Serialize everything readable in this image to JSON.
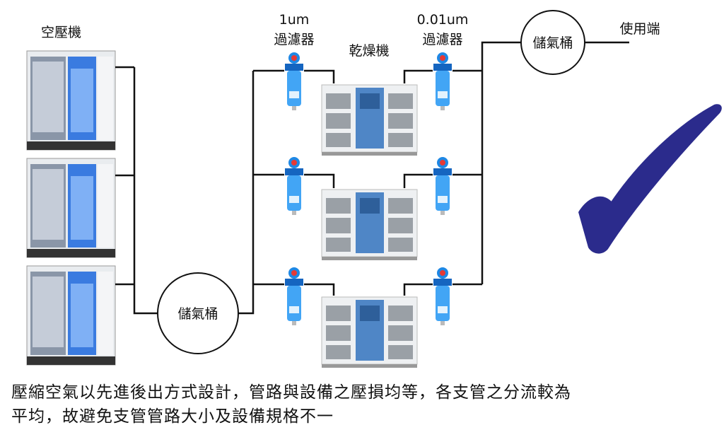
{
  "labels": {
    "compressor": "空壓機",
    "filter_1um_size": "1um",
    "filter_1um_name": "過濾器",
    "dryer": "乾燥機",
    "filter_001um_size": "0.01um",
    "filter_001um_name": "過濾器",
    "tank_top": "儲氣桶",
    "tank_bottom": "儲氣桶",
    "use_point": "使用端"
  },
  "caption": {
    "line1": "壓縮空氣以先進後出方式設計，管路與設備之壓損均等，各支管之分流較為",
    "line2": "平均，故避免支管管路大小及設備規格不一"
  },
  "colors": {
    "check": "#2b2b8c",
    "filter": "#1e88e5",
    "compressor_blue": "#3a7be0"
  }
}
